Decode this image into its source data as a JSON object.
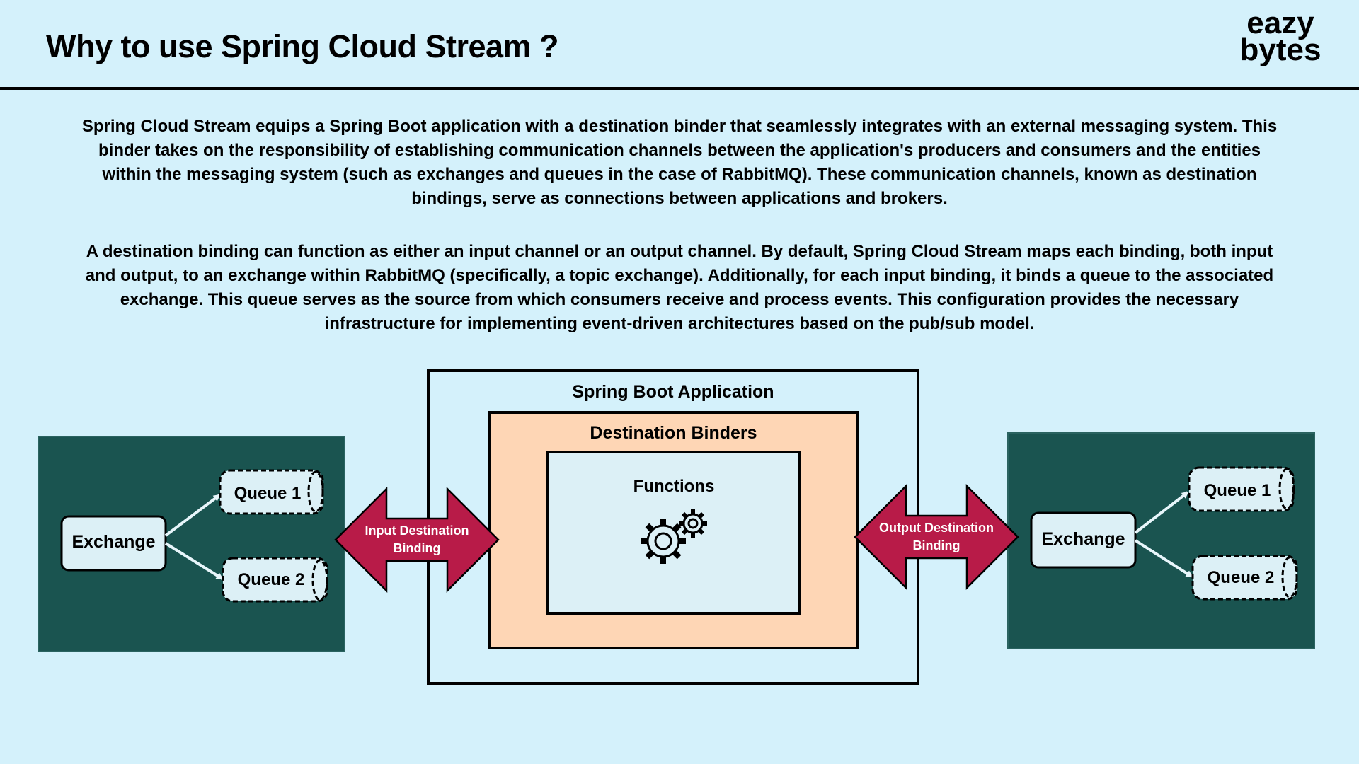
{
  "header": {
    "title": "Why to use Spring Cloud Stream ?",
    "logo_line1": "eazy",
    "logo_line2": "bytes"
  },
  "paragraphs": [
    "Spring Cloud Stream equips a Spring Boot application with a destination binder that seamlessly integrates with an external messaging system. This binder takes on the responsibility of establishing communication channels between the application's producers and consumers and the entities within the messaging system (such as exchanges and queues in the case of RabbitMQ). These communication channels, known as destination bindings, serve as connections between applications and brokers.",
    "A destination binding can function as either an input channel or an output channel. By default, Spring Cloud Stream maps each binding, both input and output, to an exchange within RabbitMQ (specifically, a topic exchange). Additionally, for each input binding, it binds a queue to the associated exchange. This queue serves as the source from which consumers receive and process events. This configuration provides the necessary infrastructure for implementing event-driven architectures based on the pub/sub model."
  ],
  "diagram": {
    "app_label": "Spring Boot Application",
    "binders_label": "Destination Binders",
    "functions_label": "Functions",
    "input_binding": "Input Destination Binding",
    "output_binding": "Output Destination Binding",
    "left_broker": {
      "exchange": "Exchange",
      "queues": [
        "Queue 1",
        "Queue 2"
      ]
    },
    "right_broker": {
      "exchange": "Exchange",
      "queues": [
        "Queue 1",
        "Queue 2"
      ]
    }
  },
  "colors": {
    "background": "#d4f1fb",
    "broker_panel": "#1a5450",
    "binders_box": "#fed6b5",
    "functions_box": "#dcf0f6",
    "binding_arrow": "#b81b48"
  },
  "icons": [
    "gears-icon",
    "arrow-icon",
    "queue-cylinder-icon"
  ]
}
